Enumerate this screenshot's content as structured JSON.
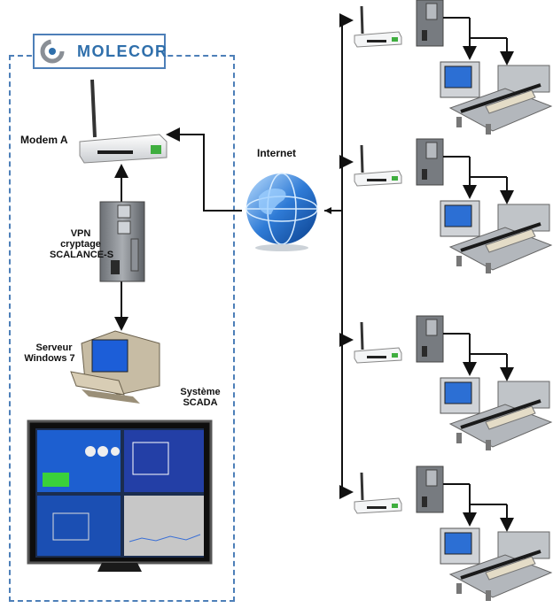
{
  "logo": {
    "text": "MOLECOR",
    "icon": "molecor-swirl-icon",
    "color": "#2f6fab"
  },
  "labels": {
    "modem": "Modem A",
    "vpn": [
      "VPN",
      "cryptage",
      "SCALANCE-S"
    ],
    "server": [
      "Serveur",
      "Windows 7"
    ],
    "scada": [
      "Système",
      "SCADA"
    ],
    "internet": "Internet"
  },
  "sites": [
    {
      "router": "router-icon",
      "plc": "plc-cabinet-icon",
      "machine": "extrusion-line-icon"
    },
    {
      "router": "router-icon",
      "plc": "plc-cabinet-icon",
      "machine": "extrusion-line-icon"
    },
    {
      "router": "router-icon",
      "plc": "plc-cabinet-icon",
      "machine": "extrusion-line-icon"
    },
    {
      "router": "router-icon",
      "plc": "plc-cabinet-icon",
      "machine": "extrusion-line-icon"
    }
  ],
  "colors": {
    "dashed_border": "#4d7fb8",
    "connector": "#111111",
    "globe": "#2f7bd6"
  }
}
